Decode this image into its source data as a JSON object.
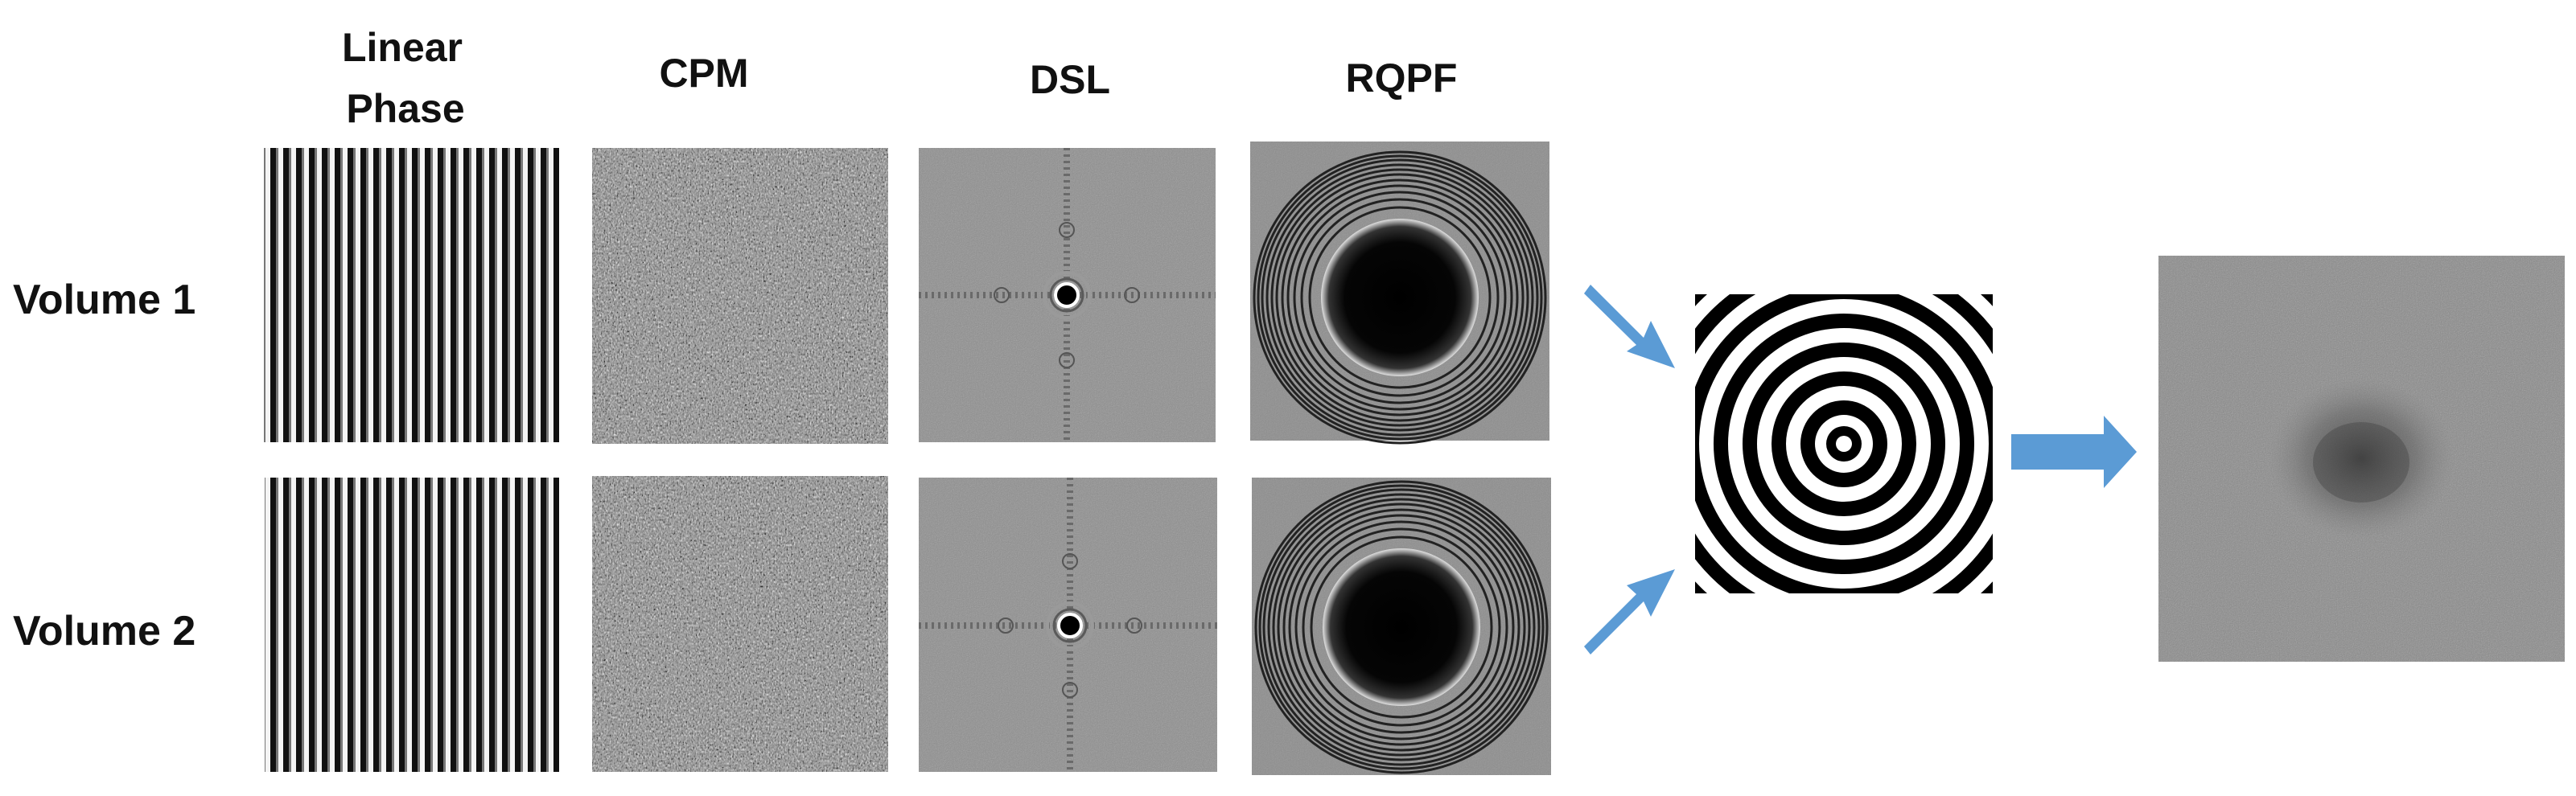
{
  "columns": {
    "linear_phase": [
      "Linear",
      "Phase"
    ],
    "cpm": "CPM",
    "dsl": "DSL",
    "rqpf": "RQPF"
  },
  "rows": {
    "volume_1": "Volume 1",
    "volume_2": "Volume 2"
  },
  "colors": {
    "arrow": "#5b9bd5",
    "panel_gray": "#808080",
    "ink": "#000000",
    "background": "#ffffff"
  }
}
